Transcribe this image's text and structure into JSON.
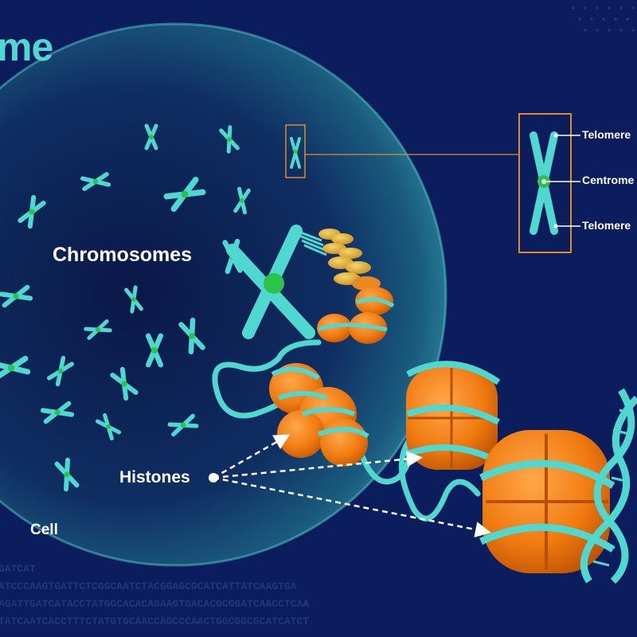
{
  "title_fragment": "me",
  "labels": {
    "chromosomes": "Chromosomes",
    "histones": "Histones",
    "cell": "Cell",
    "telomere_top": "Telomere",
    "centromere": "Centrome",
    "telomere_bottom": "Telomere"
  },
  "dna_text": [
    "GATCAT",
    "ATCCCAAGTGATTCTCGGCAATCTACGGAGCGCATCATTATCAAGTGA",
    "AGATTGATCATACCTATGGCACACAGAAGTGACACGCGGATCAACCTCAA",
    "TATCAATCACCTTTCTATGTGCAACCAGCCCAACTGGCGGCGCATCATCT"
  ],
  "colors": {
    "background": "#0b1d5c",
    "chromosome": "#4fd8d0",
    "centromere": "#2bc44a",
    "histone": "#f07a10",
    "callout_border": "#e08a2a",
    "cell": "#1f6d86"
  },
  "icons": [
    "chromosome-icon",
    "dna-helix-icon",
    "nucleosome-icon",
    "histone-pointer-arrow"
  ]
}
